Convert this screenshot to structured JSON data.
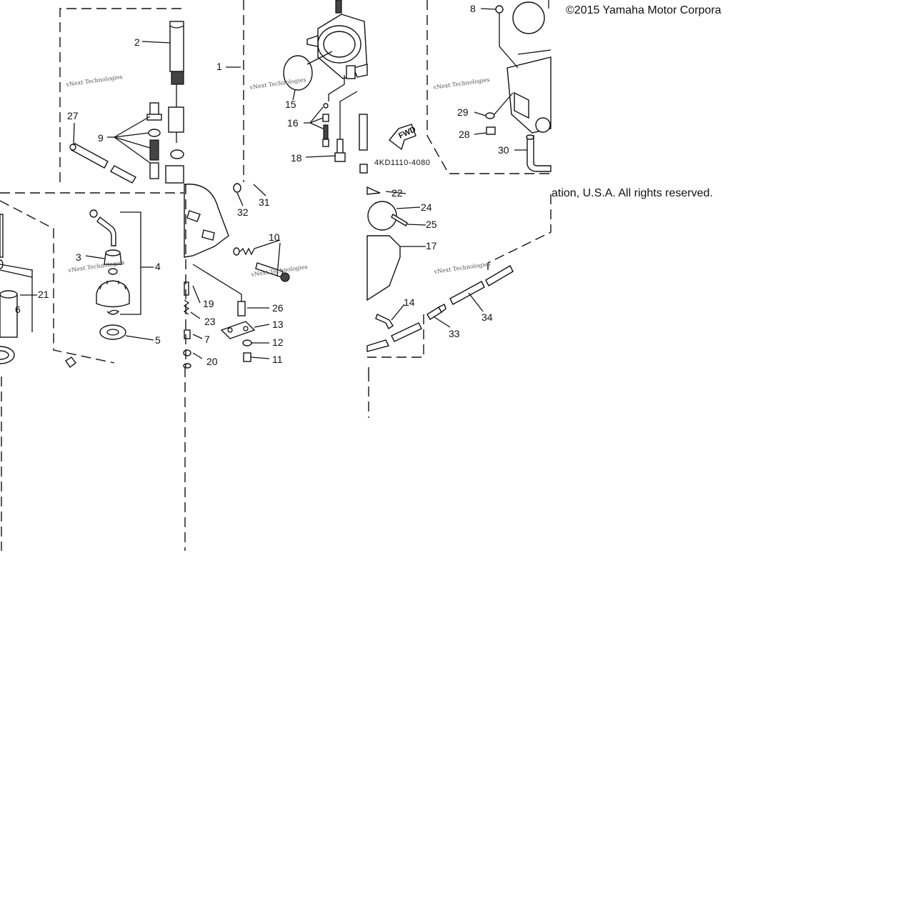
{
  "diagram": {
    "copyright_left": "©2015 Yamaha Motor Corpora",
    "copyright_right": "ation, U.S.A. All rights reserved.",
    "diagram_code": "4KD1110-4080",
    "direction_label": "FWD",
    "watermark_text": "vNext Technologies",
    "callouts": {
      "p1": "1",
      "p2": "2",
      "p3": "3",
      "p4": "4",
      "p5": "5",
      "p6": "6",
      "p7": "7",
      "p8": "8",
      "p9": "9",
      "p10": "10",
      "p11": "11",
      "p12": "12",
      "p13": "13",
      "p14": "14",
      "p15": "15",
      "p16": "16",
      "p17": "17",
      "p18": "18",
      "p19": "19",
      "p20": "20",
      "p21": "21",
      "p22": "22",
      "p23": "23",
      "p24": "24",
      "p25": "25",
      "p26": "26",
      "p27": "27",
      "p28": "28",
      "p29": "29",
      "p30": "30",
      "p31": "31",
      "p32": "32",
      "p33": "33",
      "p34": "34"
    }
  }
}
